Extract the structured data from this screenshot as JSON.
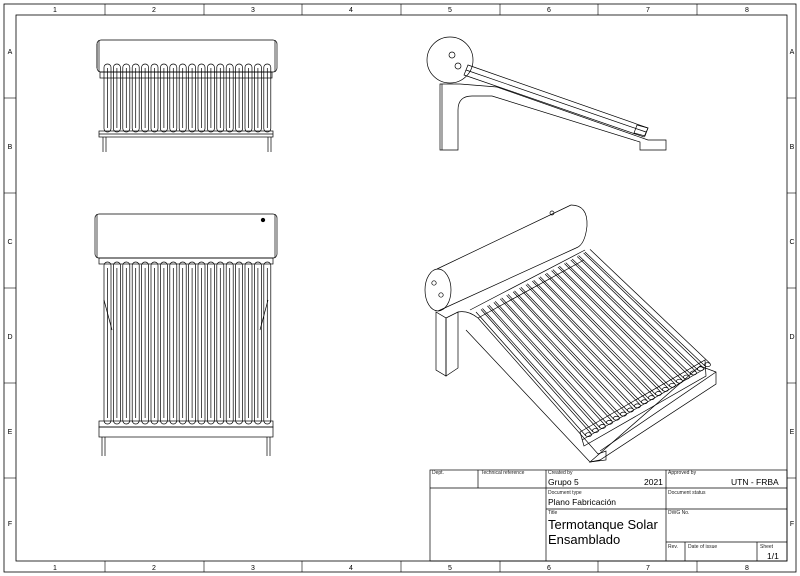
{
  "frame": {
    "columns": [
      "1",
      "2",
      "3",
      "4",
      "5",
      "6",
      "7",
      "8"
    ],
    "rows": [
      "A",
      "B",
      "C",
      "D",
      "E",
      "F"
    ]
  },
  "title_block": {
    "dept_label": "Dept.",
    "tech_ref_label": "Technical reference",
    "created_by_label": "Created by",
    "created_by": "Grupo 5",
    "year": "2021",
    "approved_by_label": "Approved by",
    "approved_by": "UTN - FRBA",
    "doc_type_label": "Document type",
    "doc_type": "Plano Fabricación",
    "doc_status_label": "Document status",
    "title_label": "Title",
    "title_line1": "Termotanque Solar",
    "title_line2": "Ensamblado",
    "dwg_no_label": "DWG No.",
    "rev_label": "Rev.",
    "date_label": "Date of issue",
    "sheet_label": "Sheet",
    "sheet": "1/1"
  }
}
